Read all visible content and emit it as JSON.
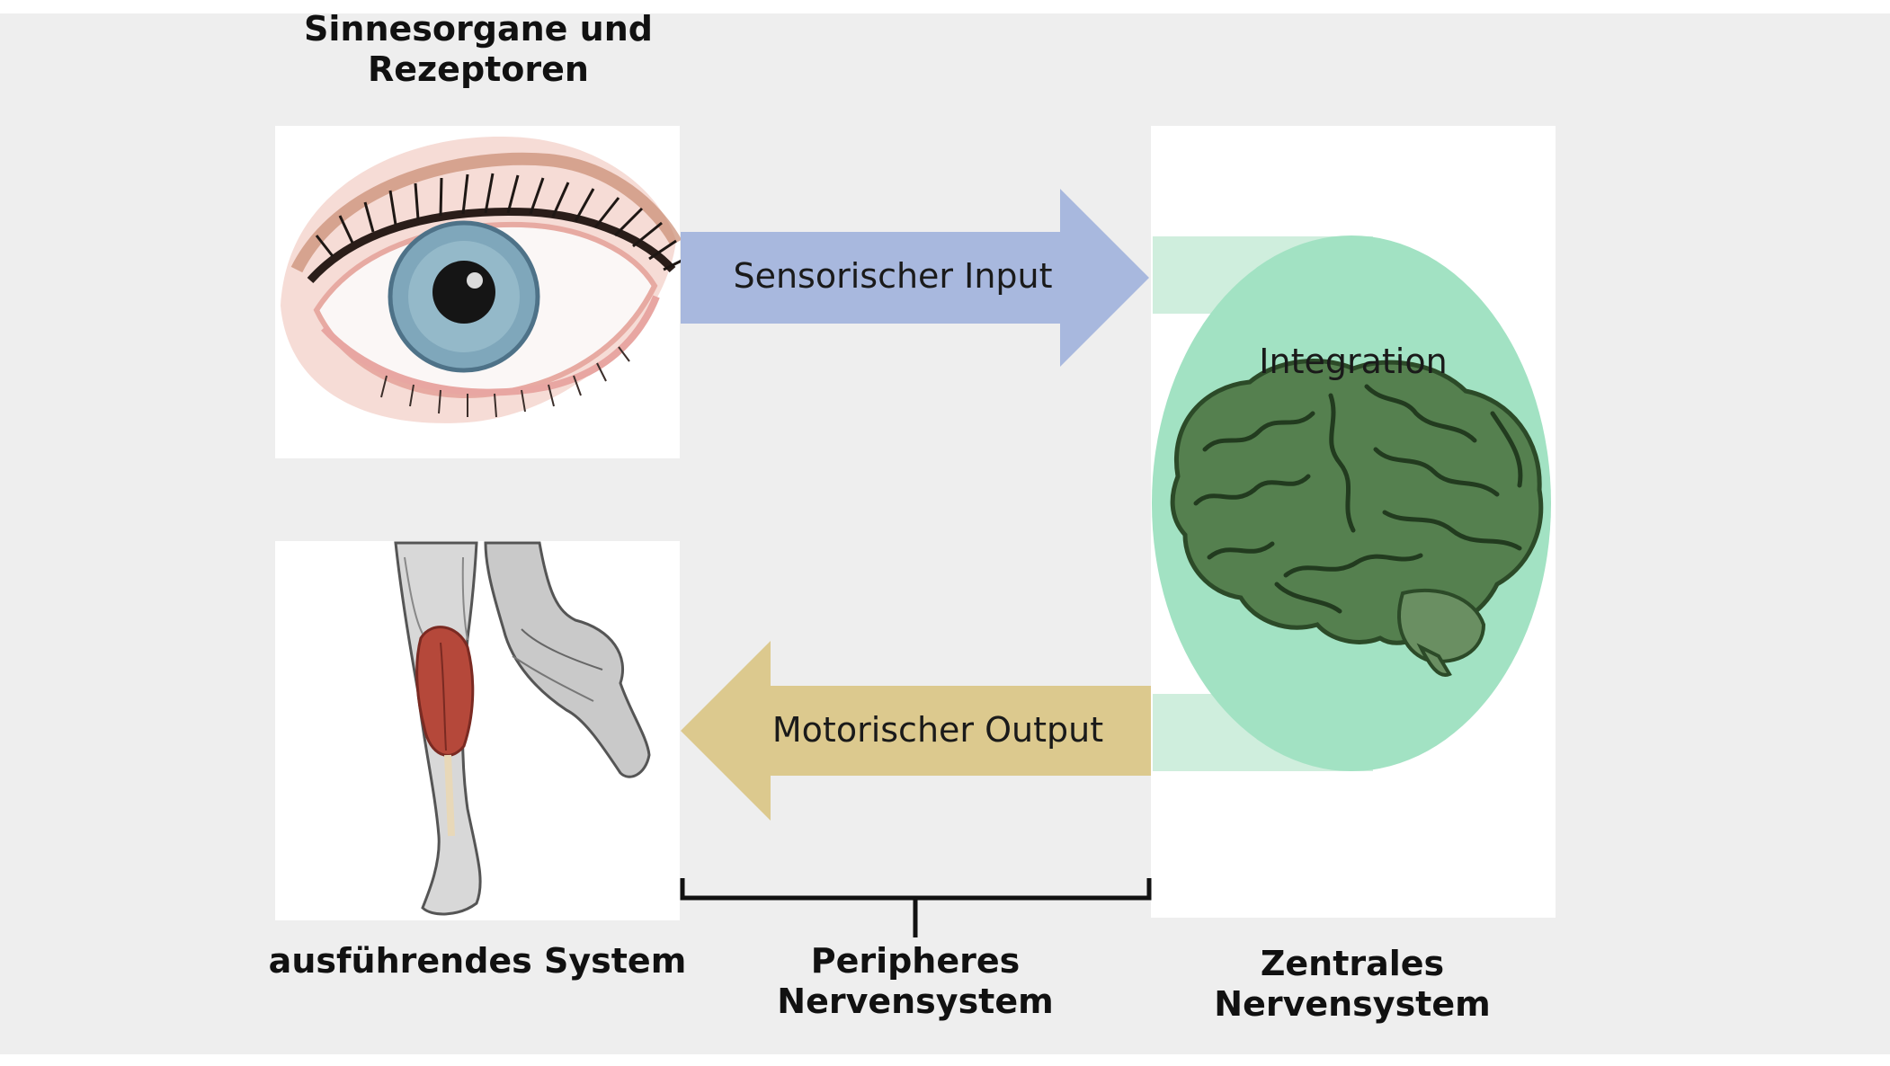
{
  "labels": {
    "sense_organs": [
      "Sinnesorgane und",
      "Rezeptoren"
    ],
    "executing_system": "ausführendes System",
    "peripheral_ns": [
      "Peripheres",
      "Nervensystem"
    ],
    "central_ns": [
      "Zentrales",
      "Nervensystem"
    ]
  },
  "arrows": {
    "sensory": {
      "label": "Sensorischer Input",
      "color": "#a8b8de"
    },
    "motor": {
      "label": "Motorischer Output",
      "color": "#dcc98e"
    }
  },
  "integration": {
    "label": "Integration",
    "ellipse_color": "#a2e2c3",
    "band_color": "#cfeedd"
  },
  "icons": {
    "eye": "eye-illustration-icon",
    "legs": "leg-muscles-illustration-icon",
    "brain": "brain-illustration-icon"
  },
  "colors": {
    "background": "#eeeeee",
    "panel": "#ffffff",
    "brain": "#4f7a48",
    "muscle": "#b5483a"
  }
}
